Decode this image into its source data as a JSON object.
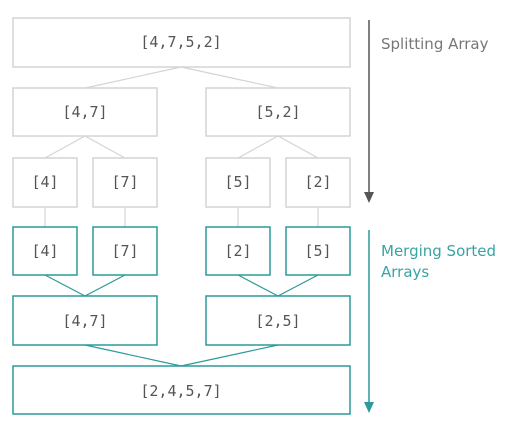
{
  "colors": {
    "split": "#d4d4d4",
    "merge": "#2a9a9a",
    "split_arrow": "#555555",
    "merge_arrow": "#2a9a9a",
    "text": "#555555",
    "split_label": "#777777",
    "merge_label": "#3aa3a3"
  },
  "split_label": "Splitting Array",
  "merge_label_lines": [
    "Merging Sorted",
    "Arrays"
  ],
  "split": {
    "level0": [
      "[4,7,5,2]"
    ],
    "level1": [
      "[4,7]",
      "[5,2]"
    ],
    "level2": [
      "[4]",
      "[7]",
      "[5]",
      "[2]"
    ]
  },
  "merge": {
    "level0": [
      "[4]",
      "[7]",
      "[2]",
      "[5]"
    ],
    "level1": [
      "[4,7]",
      "[2,5]"
    ],
    "level2": [
      "[2,4,5,7]"
    ]
  }
}
